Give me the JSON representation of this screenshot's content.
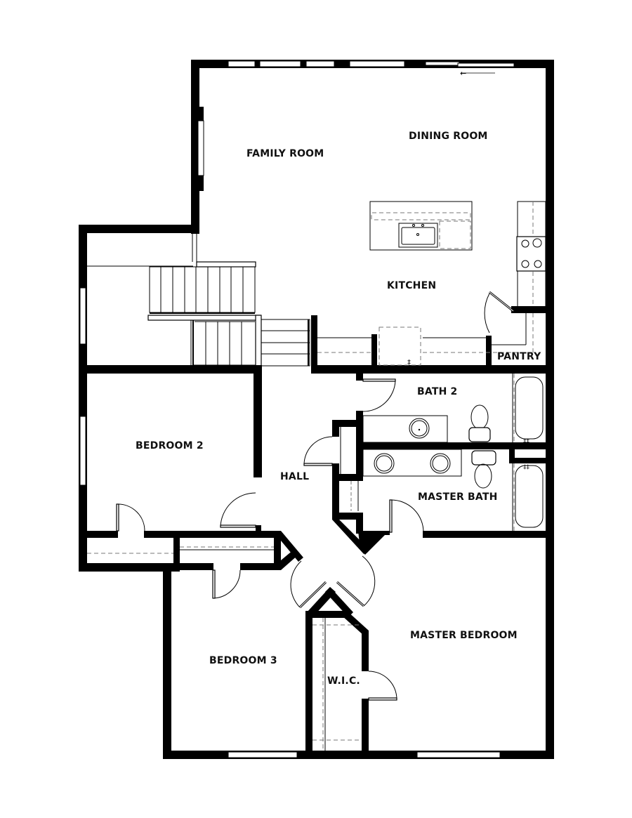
{
  "diagram": {
    "type": "floor_plan",
    "colors": {
      "wall": "#000000",
      "background": "#ffffff",
      "fixture_line": "#000000",
      "dashed_line": "#777777"
    },
    "rooms": [
      {
        "id": "family-room",
        "label": "FAMILY ROOM"
      },
      {
        "id": "dining-room",
        "label": "DINING ROOM"
      },
      {
        "id": "kitchen",
        "label": "KITCHEN"
      },
      {
        "id": "pantry",
        "label": "PANTRY"
      },
      {
        "id": "bath-2",
        "label": "BATH 2"
      },
      {
        "id": "bedroom-2",
        "label": "BEDROOM 2"
      },
      {
        "id": "hall",
        "label": "HALL"
      },
      {
        "id": "master-bath",
        "label": "MASTER BATH"
      },
      {
        "id": "master-bedroom",
        "label": "MASTER BEDROOM"
      },
      {
        "id": "bedroom-3",
        "label": "BEDROOM 3"
      },
      {
        "id": "wic",
        "label": "W.I.C."
      }
    ],
    "fixtures": [
      "kitchen-island-sink",
      "range-cooktop",
      "refrigerator-space",
      "bath2-vanity-sink",
      "bath2-toilet",
      "bath2-tub",
      "master-double-vanity",
      "master-toilet",
      "master-tub",
      "staircase"
    ],
    "sliding_door_arrow": "←"
  }
}
